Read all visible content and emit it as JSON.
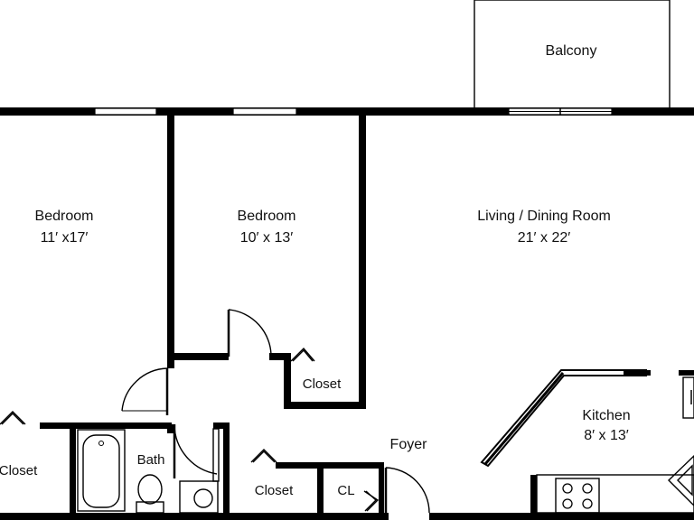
{
  "plan": {
    "rooms": [
      {
        "id": "balcony",
        "name": "Balcony",
        "size": ""
      },
      {
        "id": "bedroom-1",
        "name": "Bedroom",
        "size": "11′ x17′"
      },
      {
        "id": "bedroom-2",
        "name": "Bedroom",
        "size": "10′ x 13′"
      },
      {
        "id": "living",
        "name": "Living / Dining Room",
        "size": "21′ x 22′"
      },
      {
        "id": "kitchen",
        "name": "Kitchen",
        "size": "8′ x 13′"
      },
      {
        "id": "foyer",
        "name": "Foyer",
        "size": ""
      },
      {
        "id": "bath",
        "name": "Bath",
        "size": ""
      },
      {
        "id": "closet-bed2",
        "name": "Closet",
        "size": ""
      },
      {
        "id": "closet-left",
        "name": "Closet",
        "size": ""
      },
      {
        "id": "closet-hall",
        "name": "Closet",
        "size": ""
      },
      {
        "id": "cl",
        "name": "CL",
        "size": ""
      }
    ]
  }
}
